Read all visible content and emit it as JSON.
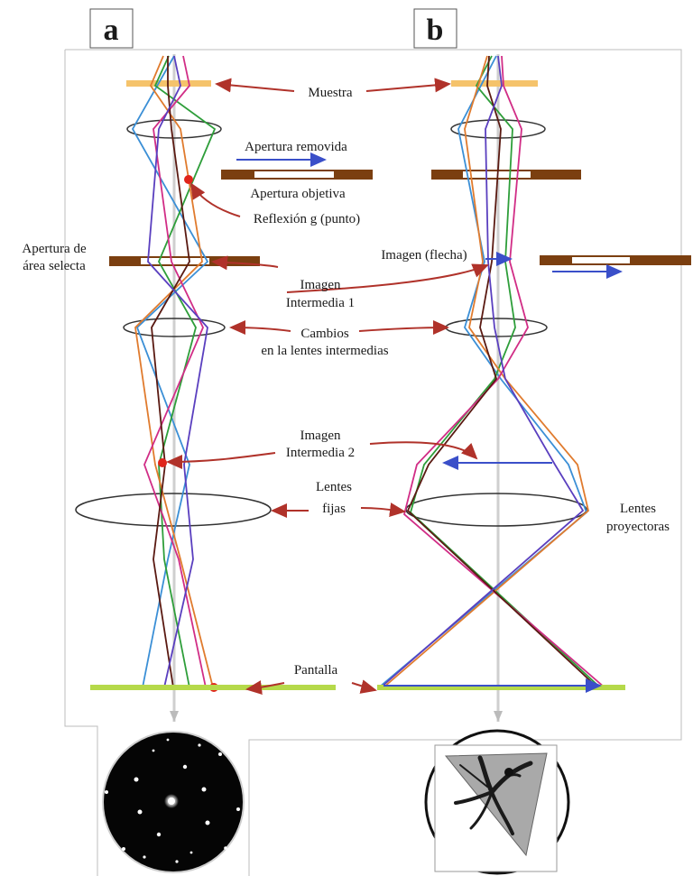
{
  "panels": {
    "a": "a",
    "b": "b"
  },
  "labels": {
    "muestra": "Muestra",
    "apertura_removida": "Apertura removida",
    "apertura_objetiva": "Apertura objetiva",
    "reflexion": "Reflexión g (punto)",
    "apertura_area_1": "Apertura de",
    "apertura_area_2": "área selecta",
    "imagen_flecha": "Imagen (flecha)",
    "imagen_int1_1": "Imagen",
    "imagen_int1_2": "Intermedia 1",
    "cambios_1": "Cambios",
    "cambios_2": "en la lentes intermedias",
    "imagen_int2_1": "Imagen",
    "imagen_int2_2": "Intermedia 2",
    "lentes_fijas_1": "Lentes",
    "lentes_fijas_2": "fijas",
    "lentes_proy_1": "Lentes",
    "lentes_proy_2": "proyectoras",
    "pantalla": "Pantalla"
  },
  "colors": {
    "specimen": "#f5c36b",
    "aperture": "#7b3f10",
    "screen": "#b5d94a",
    "annotation_arrow": "#b0322a",
    "ray_blue": "#3b8fd6",
    "ray_green": "#2e9e3a",
    "ray_orange": "#e07b2e",
    "ray_magenta": "#d12d86",
    "ray_brown": "#5a1a12",
    "ray_purple": "#5a3fbf",
    "diffraction_spot": "#e0241b",
    "lens": "#333333",
    "axis": "#c8c8c8"
  },
  "icons": {
    "diffraction_pattern": "diffraction-pattern-image",
    "sample_image": "triangular-sample-image"
  }
}
